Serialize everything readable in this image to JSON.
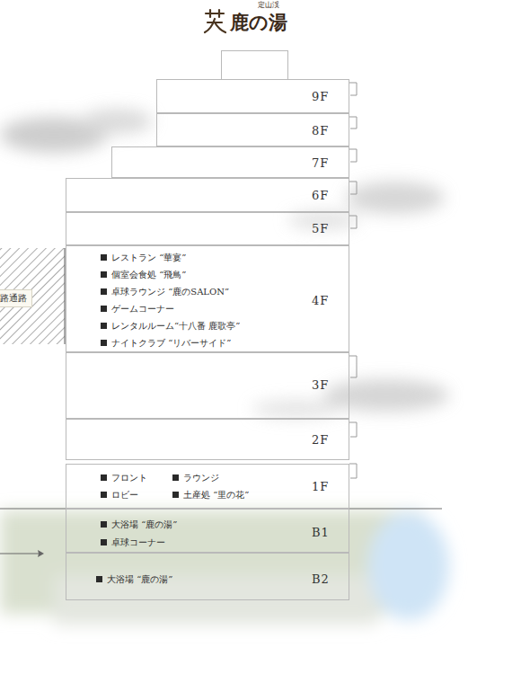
{
  "diagram": {
    "title": "鹿の湯",
    "nodes": [
      {
        "text": [
          "9F"
        ]
      },
      {
        "text": [
          "8F"
        ]
      },
      {
        "text": [
          "7F"
        ]
      },
      {
        "text": [
          "6F"
        ]
      },
      {
        "text": [
          "5F"
        ]
      },
      {
        "text": [
          "レストラン “華宴”",
          "個室会食処 “飛鳥”",
          "卓球ラウンジ “鹿のSALON”",
          "ゲームコーナー",
          "レンタルルーム“十八番 鹿歌亭”",
          "ナイトクラブ “リバーサイド”",
          "4F"
        ]
      },
      {
        "text": [
          "3F"
        ]
      },
      {
        "text": [
          "2F"
        ]
      },
      {
        "text": [
          "フロント",
          "ラウンジ",
          "ロビー",
          "土産処 “里の花”",
          "1F"
        ]
      },
      {
        "text": [
          "大浴場 “鹿の湯”",
          "卓球コーナー",
          "B1"
        ]
      },
      {
        "text": [
          "大浴場 “鹿の湯”",
          "B2"
        ]
      }
    ],
    "labels": [
      "定山渓",
      "路通路"
    ]
  }
}
